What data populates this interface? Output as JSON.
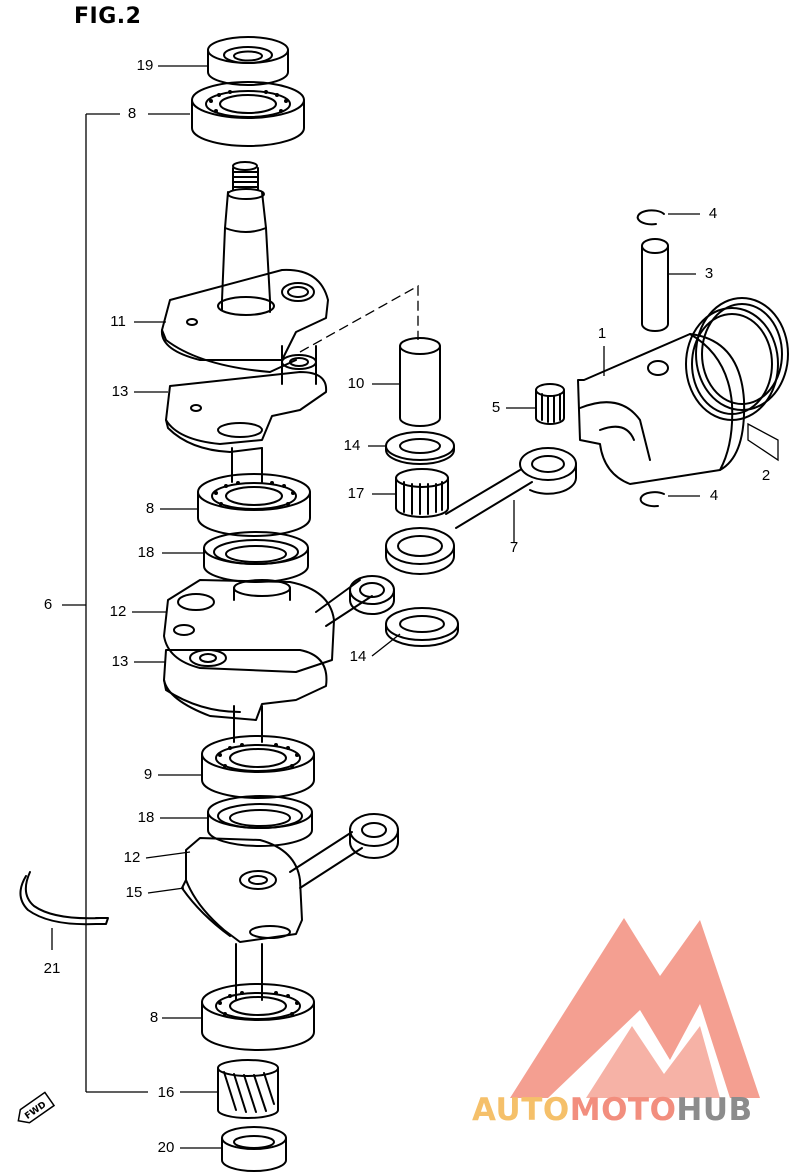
{
  "figure": {
    "title": "FIG.2"
  },
  "callouts": [
    {
      "id": "19",
      "text": "19"
    },
    {
      "id": "8a",
      "text": "8"
    },
    {
      "id": "11",
      "text": "11"
    },
    {
      "id": "13a",
      "text": "13"
    },
    {
      "id": "10",
      "text": "10"
    },
    {
      "id": "14a",
      "text": "14"
    },
    {
      "id": "17",
      "text": "17"
    },
    {
      "id": "8b",
      "text": "8"
    },
    {
      "id": "18a",
      "text": "18"
    },
    {
      "id": "6",
      "text": "6"
    },
    {
      "id": "12a",
      "text": "12"
    },
    {
      "id": "13b",
      "text": "13"
    },
    {
      "id": "14b",
      "text": "14"
    },
    {
      "id": "9",
      "text": "9"
    },
    {
      "id": "18b",
      "text": "18"
    },
    {
      "id": "12b",
      "text": "12"
    },
    {
      "id": "15",
      "text": "15"
    },
    {
      "id": "21",
      "text": "21"
    },
    {
      "id": "8c",
      "text": "8"
    },
    {
      "id": "16",
      "text": "16"
    },
    {
      "id": "20",
      "text": "20"
    },
    {
      "id": "4a",
      "text": "4"
    },
    {
      "id": "3",
      "text": "3"
    },
    {
      "id": "1",
      "text": "1"
    },
    {
      "id": "5",
      "text": "5"
    },
    {
      "id": "2",
      "text": "2"
    },
    {
      "id": "4b",
      "text": "4"
    },
    {
      "id": "7",
      "text": "7"
    }
  ],
  "fwd_marker": {
    "text": "FWD"
  },
  "watermark": {
    "part1": "AUTO",
    "part2": "MOTO",
    "part3": "HUB",
    "colors": {
      "auto": "#f5c06a",
      "moto": "#f28e7e",
      "hub": "#8c8c8c",
      "triangle": "#f28e7e"
    }
  }
}
